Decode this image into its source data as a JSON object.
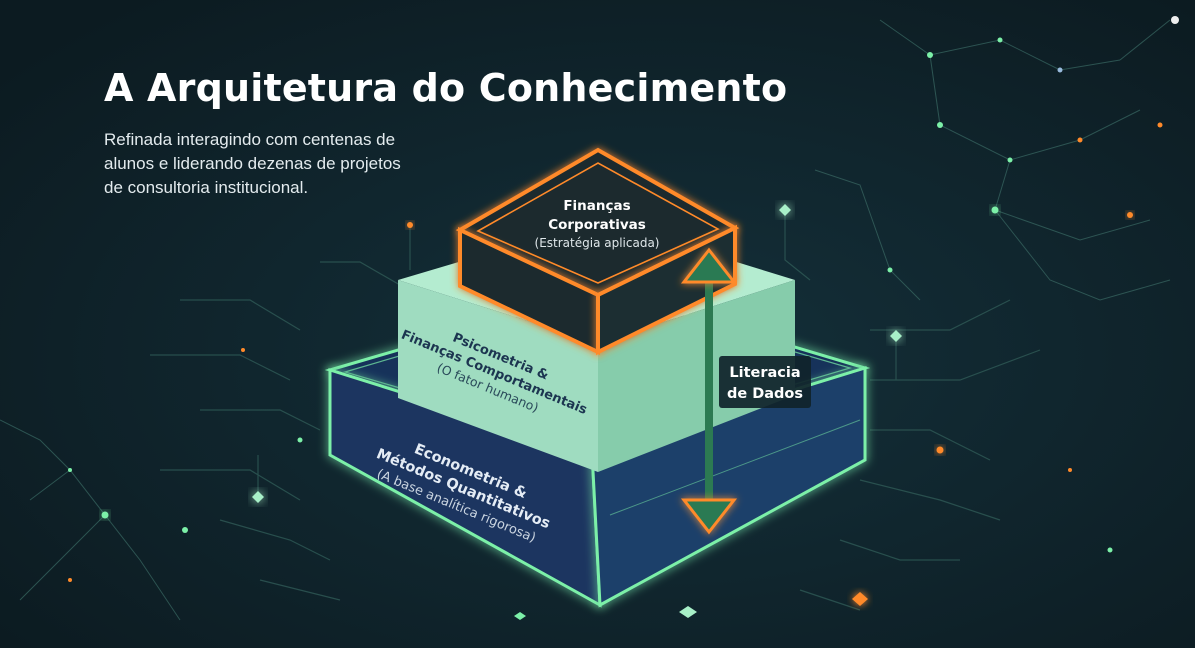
{
  "header": {
    "title": "A Arquitetura do Conhecimento",
    "subtitle_lines": [
      "Refinada interagindo com centenas de",
      "alunos e liderando dezenas de projetos",
      "de consultoria institucional."
    ]
  },
  "layers": {
    "top": {
      "line1": "Finanças",
      "line2": "Corporativas",
      "note": "(Estratégia aplicada)"
    },
    "middle": {
      "line1": "Psicometria &",
      "line2": "Finanças Comportamentais",
      "note": "(O fator humano)"
    },
    "bottom": {
      "line1": "Econometria &",
      "line2": "Métodos Quantitativos",
      "note": "(A base analítica rigorosa)"
    }
  },
  "arrow": {
    "line1": "Literacia",
    "line2": "de Dados"
  },
  "colors": {
    "background": "#0f2128",
    "orange": "#ff8a2a",
    "mint": "#8fd9b6",
    "green_glow": "#7cf0a8",
    "navy": "#1c3560",
    "white": "#ffffff"
  }
}
